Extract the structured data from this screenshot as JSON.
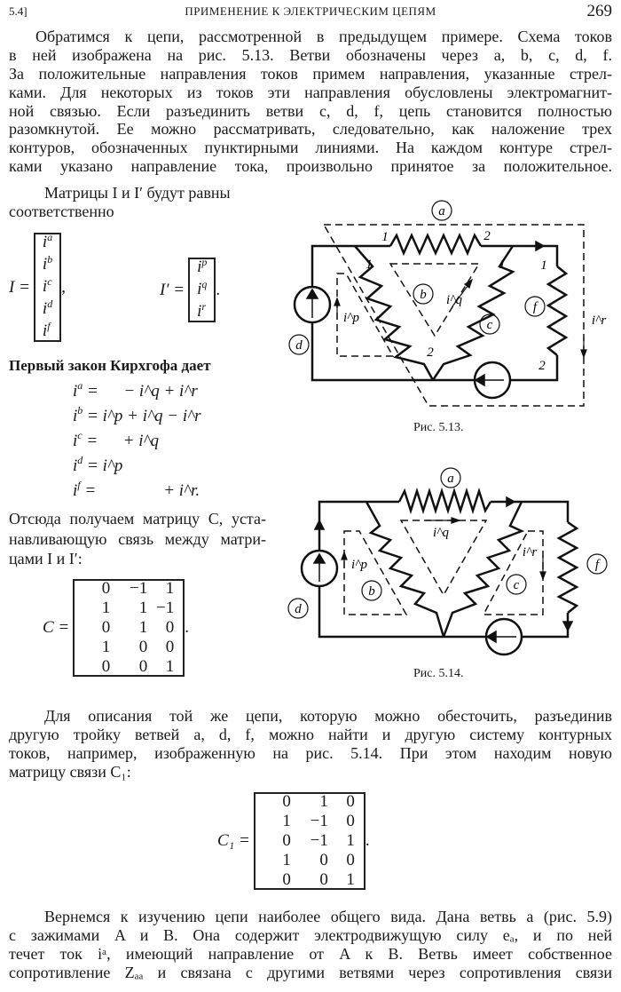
{
  "header": {
    "section": "5.4]",
    "title": "ПРИМЕНЕНИЕ К ЭЛЕКТРИЧЕСКИМ ЦЕПЯМ",
    "page_number": "269"
  },
  "paragraph1": [
    "Обратимся к цепи, рассмотренной в предыдущем примере. Схема токов",
    "в ней изображена на рис. 5.13. Ветви обозначены через a, b, c, d, f.",
    "За положительные направления токов примем направления, указанные стрел-",
    "ками. Для некоторых из токов эти направления обусловлены электромагнит-",
    "ной связью. Если разъединить ветви c, d, f, цепь становится полностью",
    "разомкнутой. Ее можно рассматривать, следовательно, как наложение трех",
    "контуров, обозначенных пунктирными линиями. На каждом контуре стрел-",
    "ками указано направление тока, произвольно принятое за положительное.",
    "Матрицы I и I′ будут равны",
    "соответственно"
  ],
  "matrix_I": {
    "label": "I =",
    "entries": [
      "a",
      "b",
      "c",
      "d",
      "f"
    ],
    "base": "i",
    "suffix": ","
  },
  "matrix_Iprime": {
    "label": "I′ =",
    "entries": [
      "p",
      "q",
      "r"
    ],
    "base": "i",
    "suffix": "."
  },
  "kirchhoff_intro": "Первый закон Кирхгофа дает",
  "equations": [
    {
      "lhs": "a",
      "rhs": "=      − i^q + i^r"
    },
    {
      "lhs": "b",
      "rhs": "= i^p + i^q − i^r"
    },
    {
      "lhs": "c",
      "rhs": "=      + i^q"
    },
    {
      "lhs": "d",
      "rhs": "= i^p"
    },
    {
      "lhs": "f",
      "rhs": "=                + i^r."
    }
  ],
  "paragraph_C": [
    "Отсюда получаем матрицу C, уста-",
    "навливающую связь между матри-",
    "цами I и I′:"
  ],
  "matrix_C": {
    "label": "C =",
    "rows": [
      [
        "0",
        "−1",
        "1"
      ],
      [
        "1",
        "1",
        "−1"
      ],
      [
        "0",
        "1",
        "0"
      ],
      [
        "1",
        "0",
        "0"
      ],
      [
        "0",
        "0",
        "1"
      ]
    ],
    "suffix": "."
  },
  "figure_5_13": {
    "caption": "Рис. 5.13.",
    "branch_labels": {
      "a": "a",
      "b": "b",
      "c": "c",
      "d": "d",
      "f": "f"
    },
    "currents": {
      "p": "i^p",
      "q": "i^q",
      "r": "i^r"
    },
    "terminals": [
      "1",
      "2",
      "1",
      "2",
      "1",
      "1",
      "2"
    ]
  },
  "figure_5_14": {
    "caption": "Рис. 5.14.",
    "branch_labels": {
      "a": "a",
      "b": "b",
      "c": "c",
      "d": "d",
      "f": "f"
    },
    "currents": {
      "p": "i^p",
      "q": "i^q",
      "r": "i^r"
    }
  },
  "paragraph2": [
    "Для описания той же цепи, которую можно обесточить, разъединив",
    "другую тройку ветвей a, d, f, можно найти и другую систему контурных",
    "токов, например, изображенную на рис. 5.14. При этом находим новую",
    "матрицу связи C₁:"
  ],
  "matrix_C1": {
    "label": "C₁ =",
    "rows": [
      [
        "0",
        "1",
        "0"
      ],
      [
        "1",
        "−1",
        "0"
      ],
      [
        "0",
        "−1",
        "1"
      ],
      [
        "1",
        "0",
        "0"
      ],
      [
        "0",
        "0",
        "1"
      ]
    ],
    "suffix": "."
  },
  "paragraph3": [
    "Вернемся к изучению цепи наиболее общего вида. Дана ветвь a (рис. 5.9)",
    "с зажимами A и B. Она содержит электродвижущую силу eₐ, и по ней",
    "течет ток iᵃ, имеющий направление от A к B. Ветвь имеет собственное",
    "сопротивление Zₐₐ и связана с другими ветвями через сопротивления связи"
  ]
}
